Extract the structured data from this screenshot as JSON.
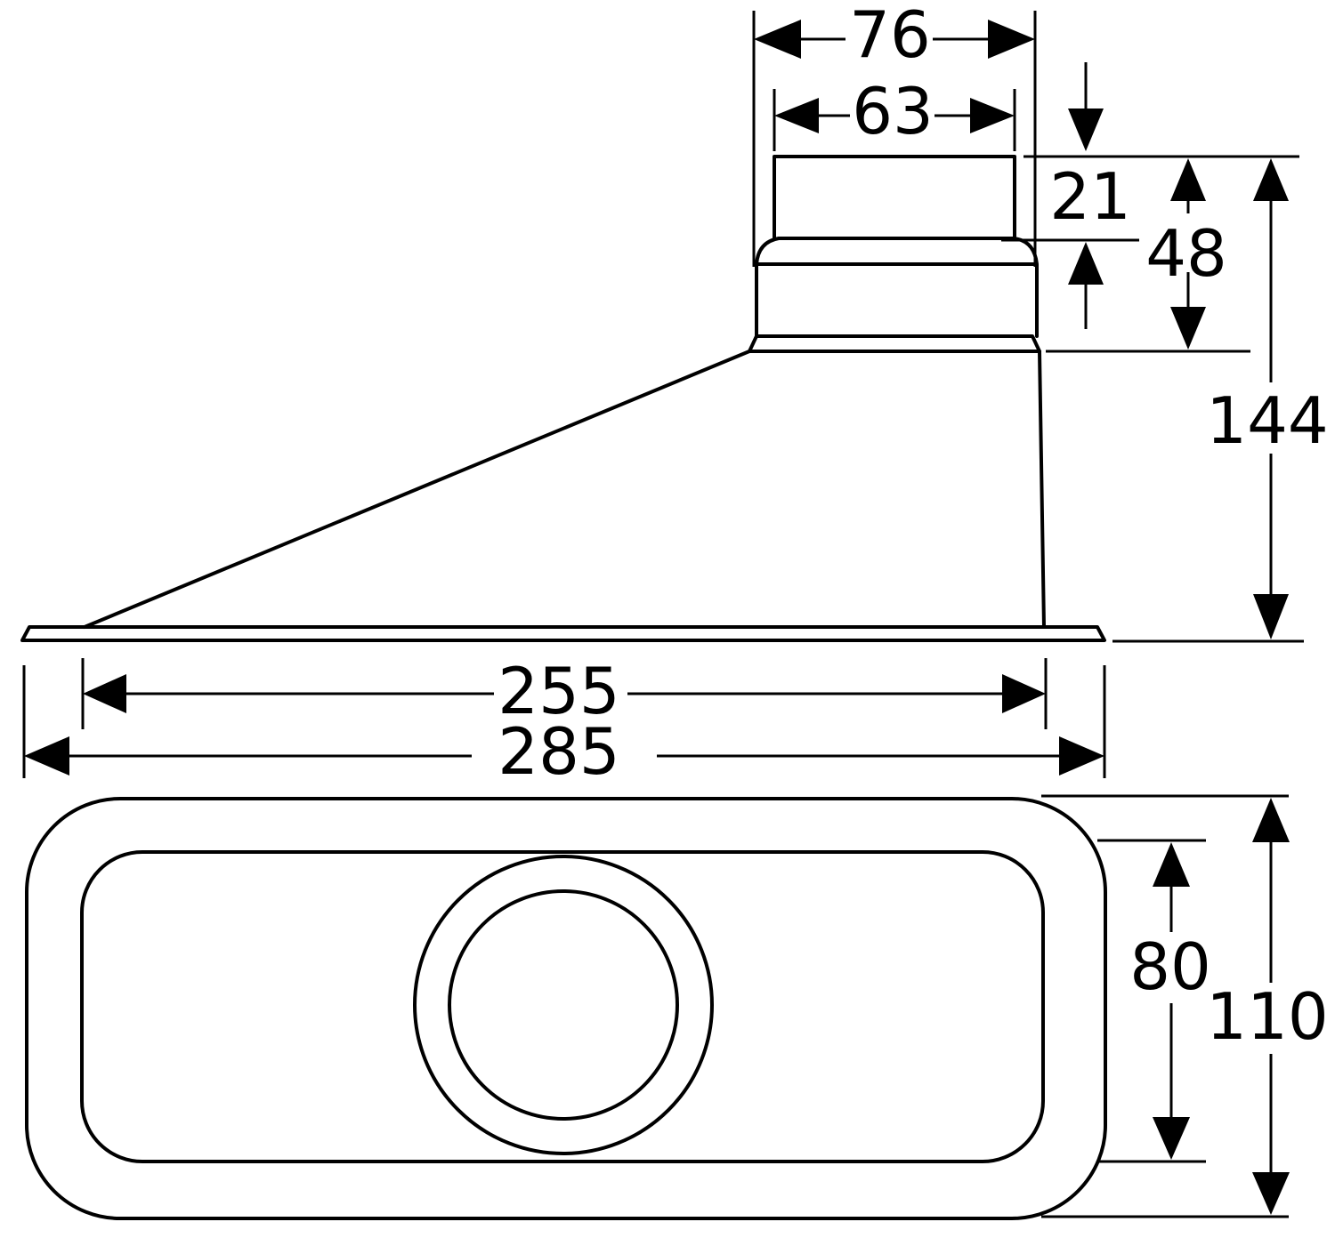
{
  "drawing": {
    "colors": {
      "line": "#000000",
      "background": "#ffffff"
    },
    "dimensions": {
      "outlet_outer_width": "76",
      "outlet_inner_width": "63",
      "outlet_top_height": "21",
      "outlet_height": "48",
      "total_height": "144",
      "body_width": "255",
      "flange_width": "285",
      "inner_depth": "80",
      "outer_depth": "110"
    }
  }
}
